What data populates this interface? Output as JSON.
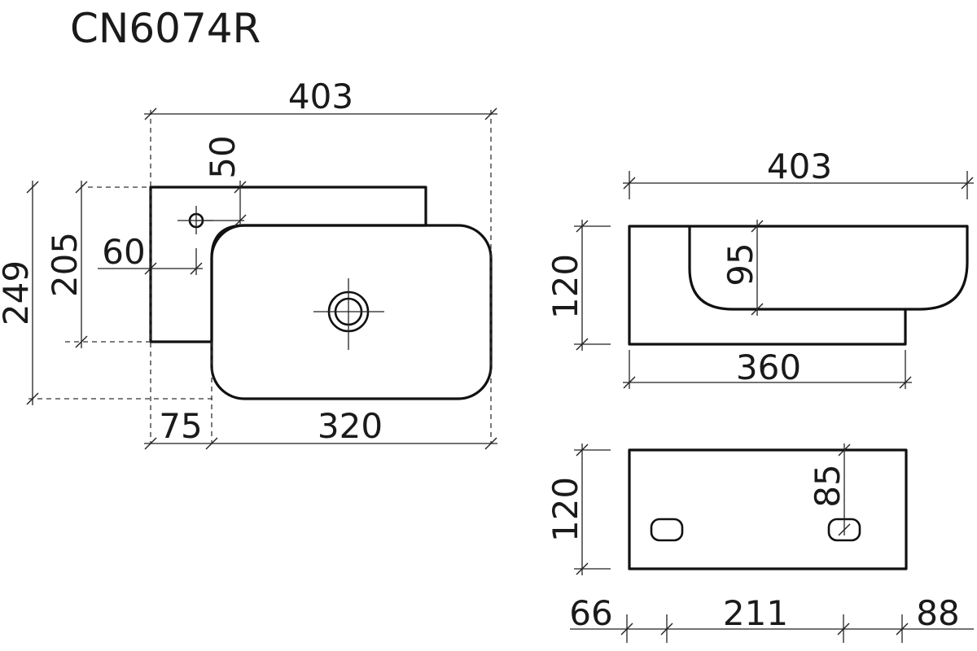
{
  "title": "CN6074R",
  "top_view": {
    "overall_width": "403",
    "tap_hole_offset_y": "50",
    "tap_hole_offset_x": "60",
    "deck_depth": "205",
    "overall_depth": "249",
    "deck_width": "75",
    "bowl_width": "320"
  },
  "side_view": {
    "overall_width": "403",
    "height": "120",
    "bowl_depth": "95",
    "base_width": "360"
  },
  "rear_view": {
    "height": "120",
    "fixing_hole_height": "85",
    "left_offset": "66",
    "hole_spacing": "211",
    "right_offset": "88"
  }
}
